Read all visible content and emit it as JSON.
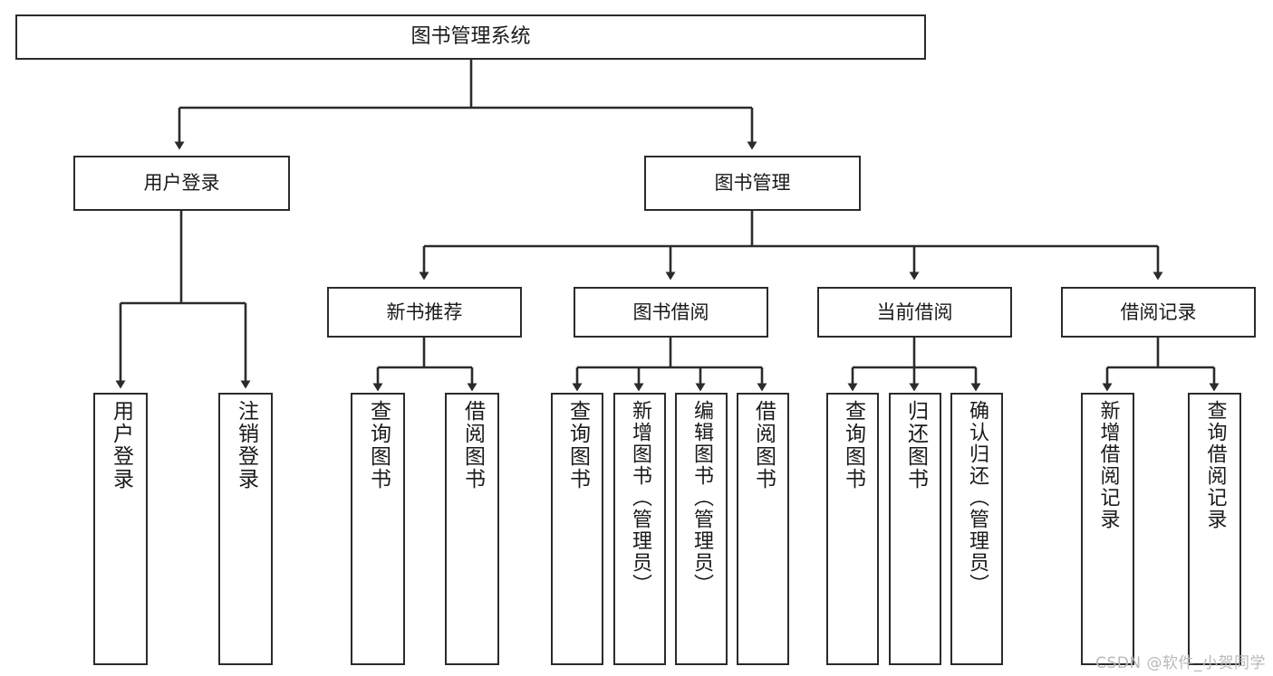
{
  "diagram": {
    "title": "图书管理系统",
    "type": "tree",
    "watermark": "CSDN @软件_小贺同学",
    "colors": {
      "box_border": "#2b2b2b",
      "box_fill": "#ffffff",
      "edge": "#2b2b2b",
      "background": "#ffffff",
      "watermark": "#b9b9b9"
    },
    "root": {
      "label": "图书管理系统"
    },
    "level1": [
      {
        "label": "用户登录"
      },
      {
        "label": "图书管理"
      }
    ],
    "level2": [
      {
        "label": "新书推荐"
      },
      {
        "label": "图书借阅"
      },
      {
        "label": "当前借阅"
      },
      {
        "label": "借阅记录"
      }
    ],
    "leaves": {
      "user_login": [
        {
          "label": "用户登录"
        },
        {
          "label": "注销登录"
        }
      ],
      "new_book_recommend": [
        {
          "label": "查询图书"
        },
        {
          "label": "借阅图书"
        }
      ],
      "book_borrow": [
        {
          "label": "查询图书"
        },
        {
          "label": "新增图书（管理员）"
        },
        {
          "label": "编辑图书（管理员）"
        },
        {
          "label": "借阅图书"
        }
      ],
      "current_borrow": [
        {
          "label": "查询图书"
        },
        {
          "label": "归还图书"
        },
        {
          "label": "确认归还（管理员）"
        }
      ],
      "borrow_record": [
        {
          "label": "新增借阅记录"
        },
        {
          "label": "查询借阅记录"
        }
      ]
    }
  }
}
